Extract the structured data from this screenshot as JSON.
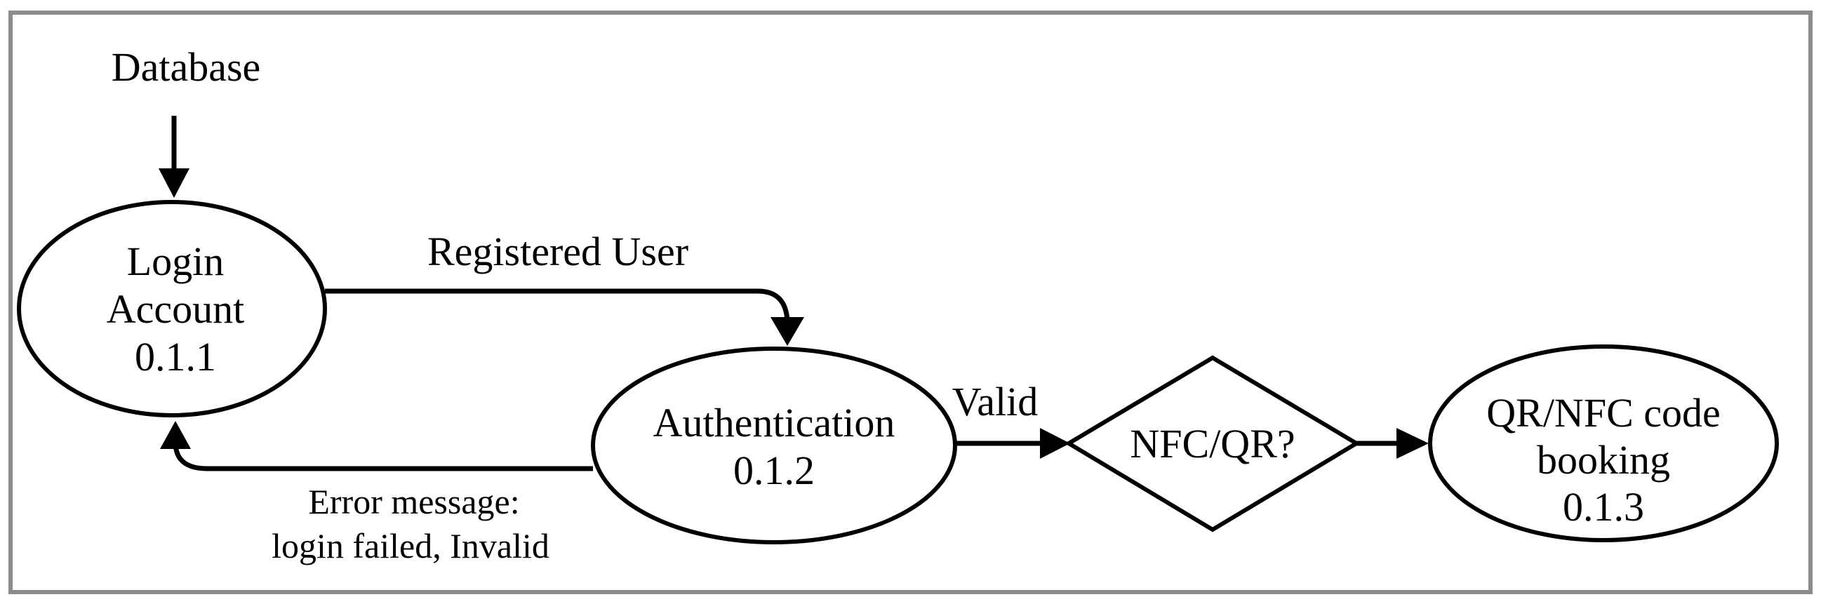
{
  "source": {
    "label": "Database"
  },
  "nodes": {
    "login": {
      "line1": "Login",
      "line2": "Account",
      "line3": "0.1.1"
    },
    "auth": {
      "line1": "Authentication",
      "line2": "0.1.2"
    },
    "decision": {
      "label": "NFC/QR?"
    },
    "booking": {
      "line1": "QR/NFC code",
      "line2": "booking",
      "line3": "0.1.3"
    }
  },
  "edges": {
    "login_to_auth": "Registered User",
    "auth_to_decision": "Valid",
    "auth_to_login_line1": "Error message:",
    "auth_to_login_line2": "login failed, Invalid"
  },
  "colors": {
    "stroke": "#000000",
    "frame": "#8c8c8c",
    "background": "#ffffff"
  }
}
